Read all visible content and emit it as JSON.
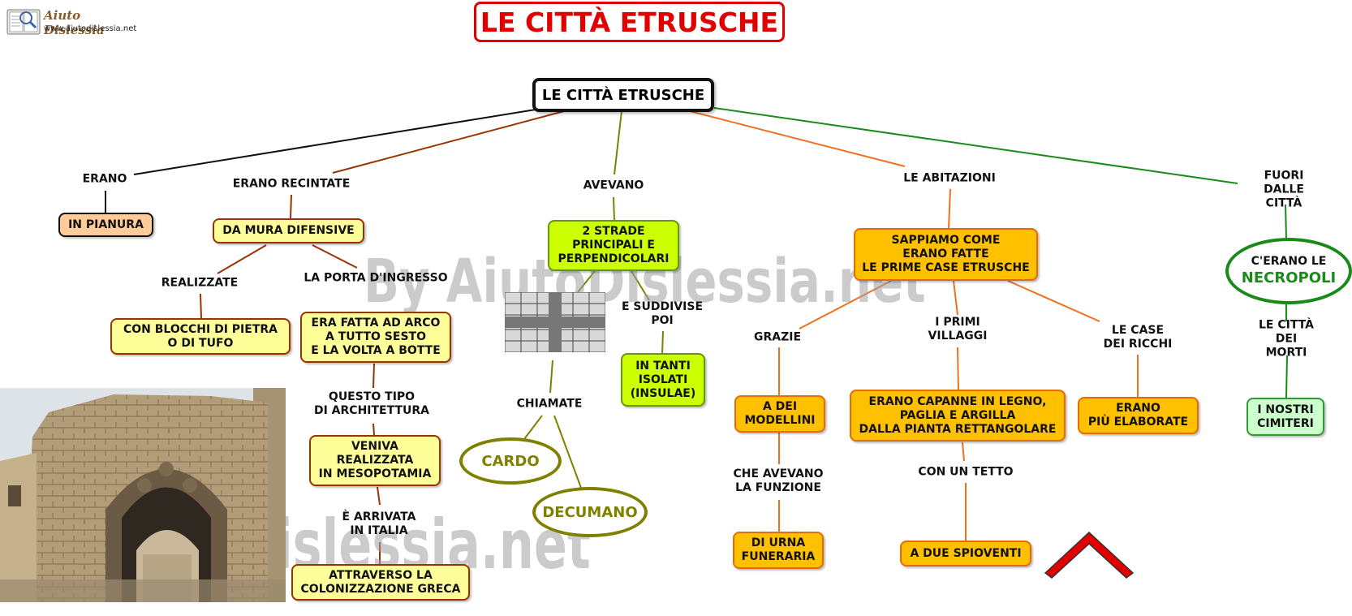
{
  "header": {
    "title": "LE CITTÀ ETRUSCHE",
    "logo_name": "Aiuto Dislessia",
    "logo_url": "www.aiutodislessia.net"
  },
  "watermark": "By AiutoDislessia.net",
  "map": {
    "root": "LE CITTÀ ETRUSCHE",
    "erano": {
      "link": "ERANO",
      "node": "IN PIANURA"
    },
    "recintate": {
      "link": "ERANO RECINTATE",
      "node": "DA MURA DIFENSIVE",
      "realizzate_link": "REALIZZATE",
      "realizzate_node": "CON BLOCCHI DI PIETRA\nO DI TUFO",
      "porta_link": "LA PORTA D'INGRESSO",
      "porta_node": "ERA FATTA AD ARCO\nA TUTTO SESTO\nE LA VOLTA A BOTTE",
      "tipo_link": "QUESTO TIPO\nDI ARCHITETTURA",
      "tipo_node": "VENIVA\nREALIZZATA\nIN MESOPOTAMIA",
      "italia_link": "È ARRIVATA\nIN ITALIA",
      "italia_node": "ATTRAVERSO LA\nCOLONIZZAZIONE GRECA"
    },
    "avevano": {
      "link": "AVEVANO",
      "node": "2 STRADE\nPRINCIPALI E\nPERPENDICOLARI",
      "suddivise_link": "E SUDDIVISE\nPOI",
      "suddivise_node": "IN TANTI\nISOLATI\n(INSULAE)",
      "chiamate_link": "CHIAMATE",
      "cardo": "CARDO",
      "decumano": "DECUMANO"
    },
    "abitazioni": {
      "link": "LE ABITAZIONI",
      "node": "SAPPIAMO COME\nERANO FATTE\nLE PRIME CASE ETRUSCHE",
      "grazie_link": "GRAZIE",
      "grazie_node": "A DEI\nMODELLINI",
      "funzione_link": "CHE AVEVANO\nLA FUNZIONE",
      "funzione_node": "DI URNA\nFUNERARIA",
      "villaggi_link": "I PRIMI\nVILLAGGI",
      "villaggi_node": "ERANO CAPANNE IN LEGNO,\nPAGLIA  E ARGILLA\nDALLA PIANTA RETTANGOLARE",
      "tetto_link": "CON UN TETTO",
      "tetto_node": "A DUE SPIOVENTI",
      "ricchi_link": "LE CASE\nDEI RICCHI",
      "ricchi_node": "ERANO\nPIÙ ELABORATE"
    },
    "fuori": {
      "link": "FUORI\nDALLE CITTÀ",
      "node_line1": "C'ERANO LE",
      "node_line2": "NECROPOLI",
      "morti_link": "LE CITTÀ\nDEI MORTI",
      "morti_node": "I NOSTRI\nCIMITERI"
    }
  },
  "colors": {
    "title_red": "#e00000",
    "yellow_box": "#ffff99",
    "lime_box": "#ccff00",
    "orange_box": "#ffc000",
    "mint_box": "#ccffcc",
    "olive": "#808000",
    "necropoli_green": "#1a8a1a"
  },
  "icons": [
    "logo-book-icon",
    "city-grid-icon",
    "gable-roof-icon",
    "etruscan-gate-photo"
  ]
}
